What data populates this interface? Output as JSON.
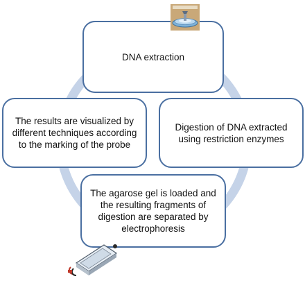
{
  "steps": {
    "extraction": "DNA extraction",
    "digestion": "Digestion of DNA extracted using restriction enzymes",
    "electrophoresis": "The agarose gel is loaded and the resulting fragments of digestion are separated by electrophoresis",
    "visualization": "The results are visualized by different techniques according to the marking of the probe"
  },
  "icons": {
    "top": "petri-dish-icon",
    "bottom": "electrophoresis-apparatus-icon"
  },
  "colors": {
    "ring": "#c5d3e8",
    "box_border": "#4a6fa1",
    "text": "#111111"
  }
}
